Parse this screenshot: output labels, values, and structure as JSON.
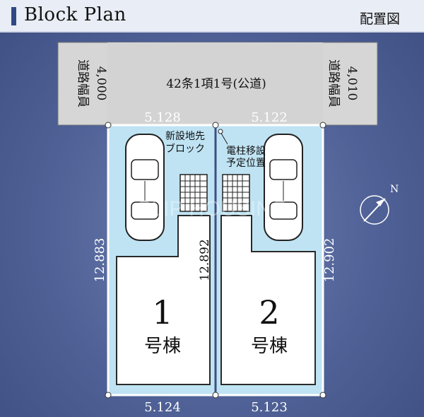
{
  "header": {
    "title": "Block Plan",
    "subtitle": "配置図"
  },
  "road": {
    "label": "42条1項1号(公道)",
    "left_width_label": "道路幅員",
    "left_width_value": "4,000",
    "right_width_label": "道路幅員",
    "right_width_value": "4,010"
  },
  "dimensions": {
    "top_left": "5.128",
    "top_right": "5.122",
    "bottom_left": "5.124",
    "bottom_right": "5.123",
    "left_side": "12.883",
    "middle": "12.892",
    "right_side": "12.902"
  },
  "notes": {
    "new_block_line1": "新設地先",
    "new_block_line2": "ブロック",
    "pole_line1": "電柱移設",
    "pole_line2": "予定位置"
  },
  "buildings": [
    {
      "number": "1",
      "label": "号棟"
    },
    {
      "number": "2",
      "label": "号棟"
    }
  ],
  "compass": {
    "north_label": "N"
  },
  "watermark": "CLIP HOUSING",
  "colors": {
    "lot_fill": "#bfe3f3",
    "road_fill": "#d6d6d6",
    "background": "#4f6196"
  }
}
